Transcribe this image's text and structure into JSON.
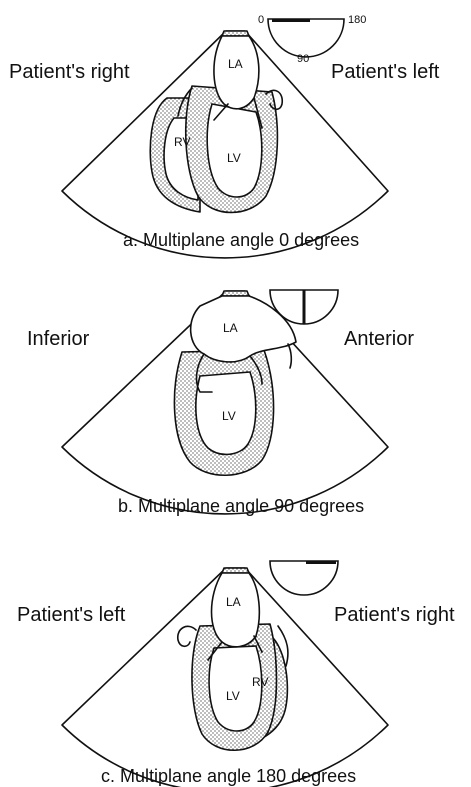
{
  "panels": [
    {
      "id": "a",
      "left_label": "Patient's right",
      "right_label": "Patient's left",
      "caption": "a. Multiplane angle 0 degrees",
      "chambers": {
        "la": "LA",
        "lv": "LV",
        "rv": "RV"
      },
      "dial": {
        "start": "0",
        "end": "180",
        "mid": "90"
      },
      "angle_degrees": 0
    },
    {
      "id": "b",
      "left_label": "Inferior",
      "right_label": "Anterior",
      "caption": "b. Multiplane angle 90 degrees",
      "chambers": {
        "la": "LA",
        "lv": "LV"
      },
      "angle_degrees": 90
    },
    {
      "id": "c",
      "left_label": "Patient's left",
      "right_label": "Patient's right",
      "caption": "c. Multiplane angle 180 degrees",
      "chambers": {
        "la": "LA",
        "lv": "LV",
        "rv": "RV"
      },
      "angle_degrees": 180
    }
  ]
}
